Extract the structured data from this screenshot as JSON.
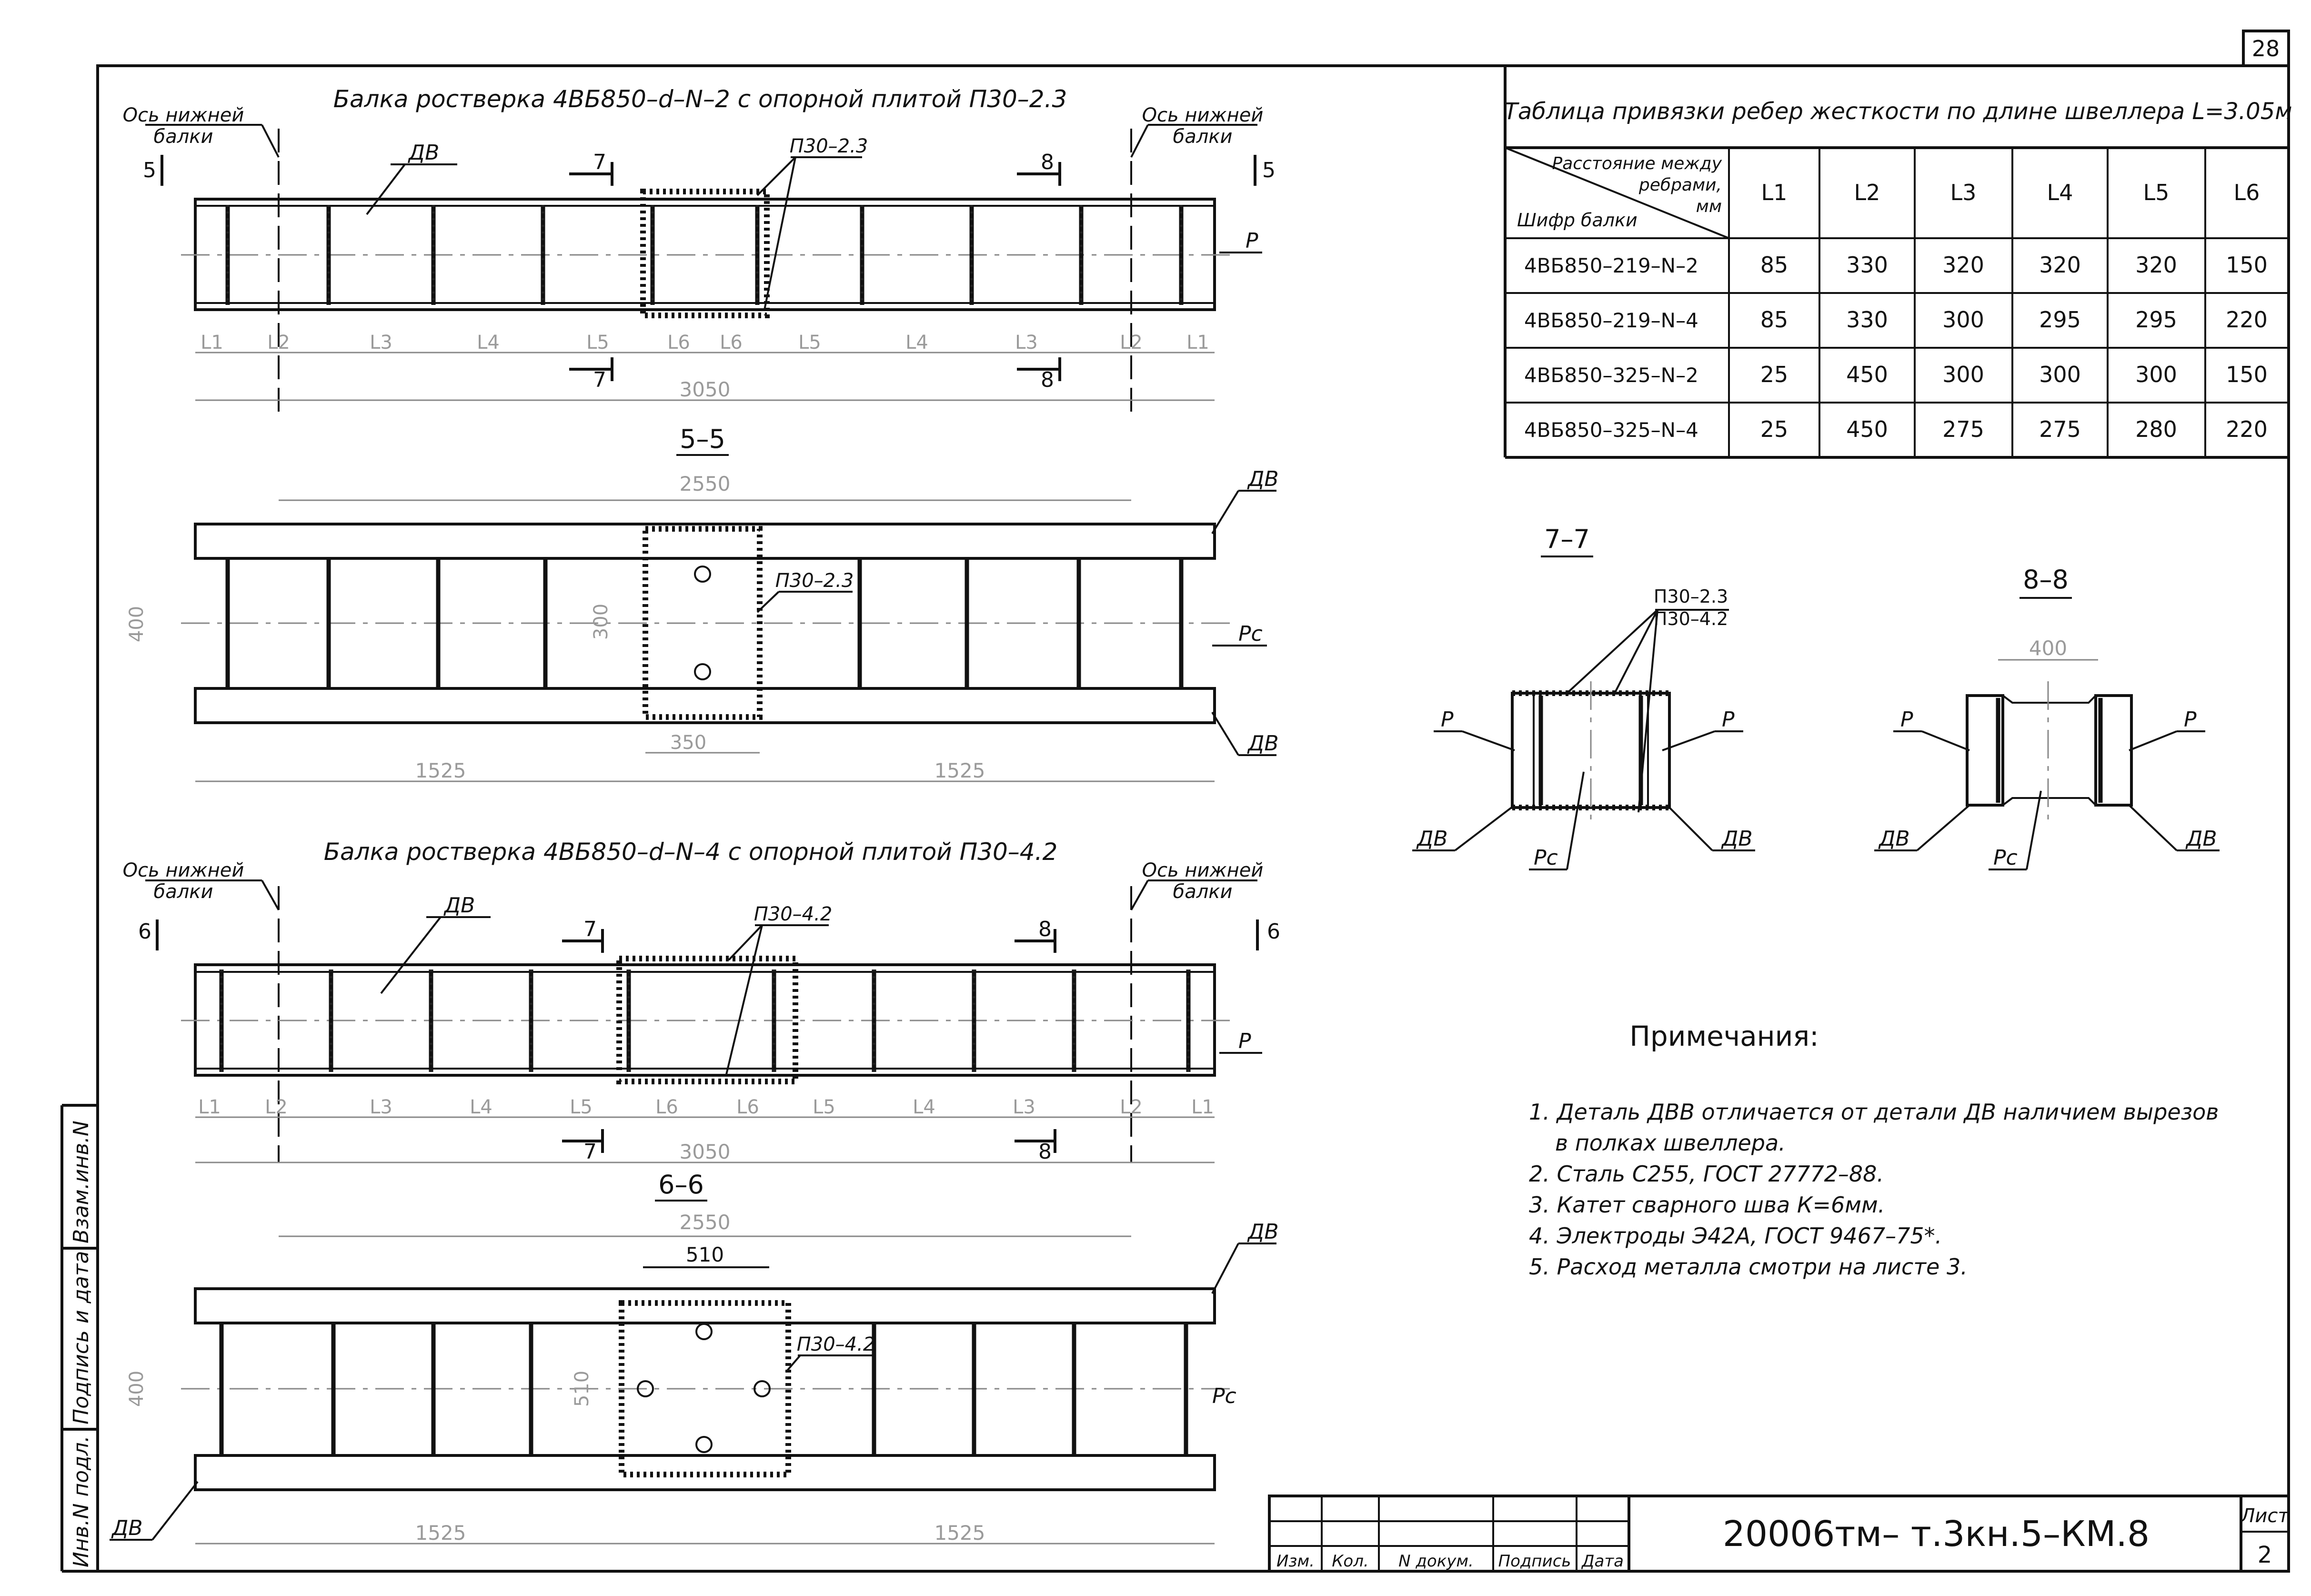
{
  "sheet_number_top": "28",
  "beam1": {
    "title": "Балка ростверка 4ВБ850–d–N–2 с опорной плитой П30–2.3",
    "axis_label_left_1": "Ось нижней",
    "axis_label_left_2": "балки",
    "axis_label_right_1": "Ось нижней",
    "axis_label_right_2": "балки",
    "cut_5_left": "5",
    "cut_5_right": "5",
    "cut_7_top": "7",
    "cut_7_bottom": "7",
    "cut_8_top": "8",
    "cut_8_bottom": "8",
    "label_dv": "ДВ",
    "label_plate": "П30–2.3",
    "label_p": "Р",
    "dims": [
      "L1",
      "L2",
      "L3",
      "L4",
      "L5",
      "L6",
      "L6",
      "L5",
      "L4",
      "L3",
      "L2",
      "L1"
    ],
    "total": "3050"
  },
  "section55": {
    "title": "5–5",
    "dim_top": "2550",
    "dim_height": "400",
    "dim_plate_h": "300",
    "dim_plate_w": "350",
    "dim_left": "1525",
    "dim_right": "1525",
    "label_dv_top": "ДВ",
    "label_dv_bottom": "ДВ",
    "label_plate": "П30–2.3",
    "label_pc": "Рс"
  },
  "beam2": {
    "title": "Балка ростверка 4ВБ850–d–N–4 с опорной плитой П30–4.2",
    "axis_label_left_1": "Ось нижней",
    "axis_label_left_2": "балки",
    "axis_label_right_1": "Ось нижней",
    "axis_label_right_2": "балки",
    "cut_6_left": "6",
    "cut_6_right": "6",
    "cut_7_top": "7",
    "cut_7_bottom": "7",
    "cut_8_top": "8",
    "cut_8_bottom": "8",
    "label_dv": "ДВ",
    "label_plate": "П30–4.2",
    "label_p": "Р",
    "dims": [
      "L1",
      "L2",
      "L3",
      "L4",
      "L5",
      "L6",
      "L6",
      "L5",
      "L4",
      "L3",
      "L2",
      "L1"
    ],
    "total": "3050"
  },
  "section66": {
    "title": "6–6",
    "dim_top": "2550",
    "dim_plate_w": "510",
    "dim_plate_h": "510",
    "dim_height": "400",
    "dim_left": "1525",
    "dim_right": "1525",
    "label_dv_top": "ДВ",
    "label_dv_bottom": "ДВ",
    "label_plate": "П30–4.2",
    "label_pc": "Рс"
  },
  "table": {
    "title": "Таблица привязки ребер жесткости по длине швеллера L=3.05м",
    "corner_top_1": "Расстояние между",
    "corner_top_2": "ребрами,",
    "corner_top_3": "мм",
    "corner_bottom": "Шифр балки",
    "headers": [
      "L1",
      "L2",
      "L3",
      "L4",
      "L5",
      "L6"
    ],
    "rows": [
      {
        "code": "4ВБ850–219–N–2",
        "values": [
          "85",
          "330",
          "320",
          "320",
          "320",
          "150"
        ]
      },
      {
        "code": "4ВБ850–219–N–4",
        "values": [
          "85",
          "330",
          "300",
          "295",
          "295",
          "220"
        ]
      },
      {
        "code": "4ВБ850–325–N–2",
        "values": [
          "25",
          "450",
          "300",
          "300",
          "300",
          "150"
        ]
      },
      {
        "code": "4ВБ850–325–N–4",
        "values": [
          "25",
          "450",
          "275",
          "275",
          "280",
          "220"
        ]
      }
    ]
  },
  "section77": {
    "title": "7–7",
    "label_plate_1": "П30–2.3",
    "label_plate_2": "П30–4.2",
    "label_p_left": "Р",
    "label_p_right": "Р",
    "label_dv_left": "ДВ",
    "label_dv_right": "ДВ",
    "label_pc": "Рс"
  },
  "section88": {
    "title": "8–8",
    "dim_top": "400",
    "label_p_left": "Р",
    "label_p_right": "Р",
    "label_dv_left": "ДВ",
    "label_dv_right": "ДВ",
    "label_pc": "Рс"
  },
  "notes": {
    "title": "Примечания:",
    "items": [
      "1. Деталь ДВВ отличается от детали ДВ наличием вырезов",
      "в полках швеллера.",
      "2. Сталь С255, ГОСТ 27772–88.",
      "3. Катет сварного шва К=6мм.",
      "4. Электроды Э42А, ГОСТ 9467–75*.",
      "5. Расход металла смотри на листе 3."
    ]
  },
  "side_stamp": {
    "inv_podl": "Инв.N подл.",
    "podpis_data": "Подпись и дата",
    "vzam_inv": "Взам.инв.N"
  },
  "title_block": {
    "izm": "Изм.",
    "kol": "Кол.",
    "ndok": "N докум.",
    "podpis": "Подпись",
    "data": "Дата",
    "doc_code": "20006тм– т.3кн.5–КМ.8",
    "list_label": "Лист",
    "list_number": "2"
  }
}
